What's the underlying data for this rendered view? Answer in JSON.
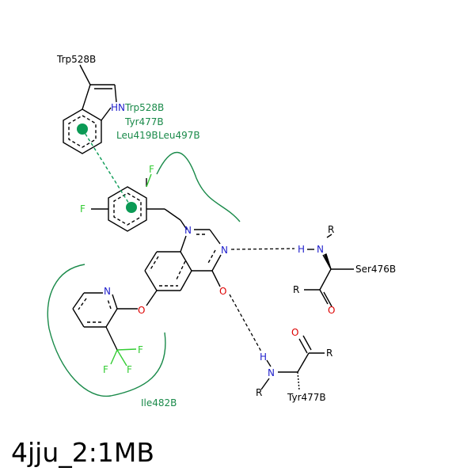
{
  "caption": "4jju_2:1MB",
  "colors": {
    "bond": "#000000",
    "nitrogen": "#2222cc",
    "oxygen": "#dd0000",
    "fluorine": "#33cc33",
    "hydrophobic": "#1a8a4a",
    "pi": "#0b9a55"
  },
  "residues": {
    "trp528_top": "Trp528B",
    "hydro_trp528": "Trp528B",
    "hydro_tyr477": "Tyr477B",
    "hydro_leu419": "Leu419B",
    "hydro_leu497": "Leu497B",
    "ser476": "Ser476B",
    "tyr477": "Tyr477B",
    "ile482": "Ile482B"
  },
  "atoms": {
    "F": "F",
    "N": "N",
    "O": "O",
    "H": "H",
    "R": "R",
    "HN": "HN"
  }
}
